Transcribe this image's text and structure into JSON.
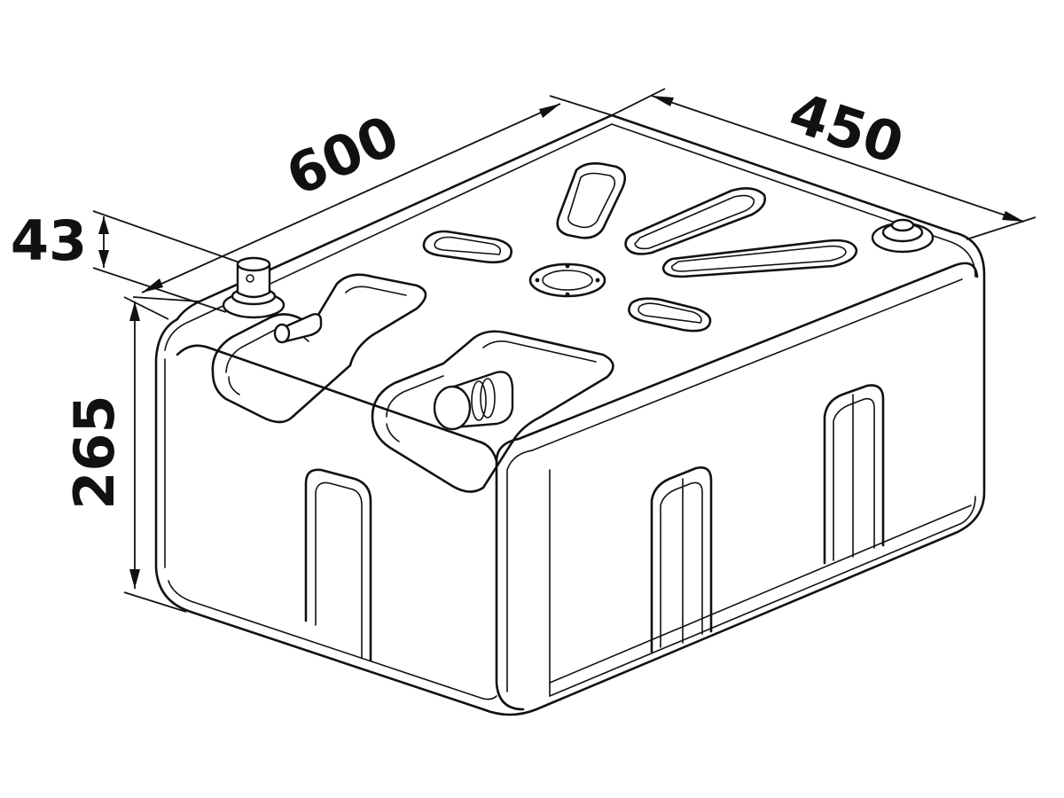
{
  "dimensions": {
    "length": "600",
    "width": "450",
    "height": "265",
    "fitting_height": "43"
  },
  "colors": {
    "line": "#111111",
    "background": "#ffffff"
  }
}
